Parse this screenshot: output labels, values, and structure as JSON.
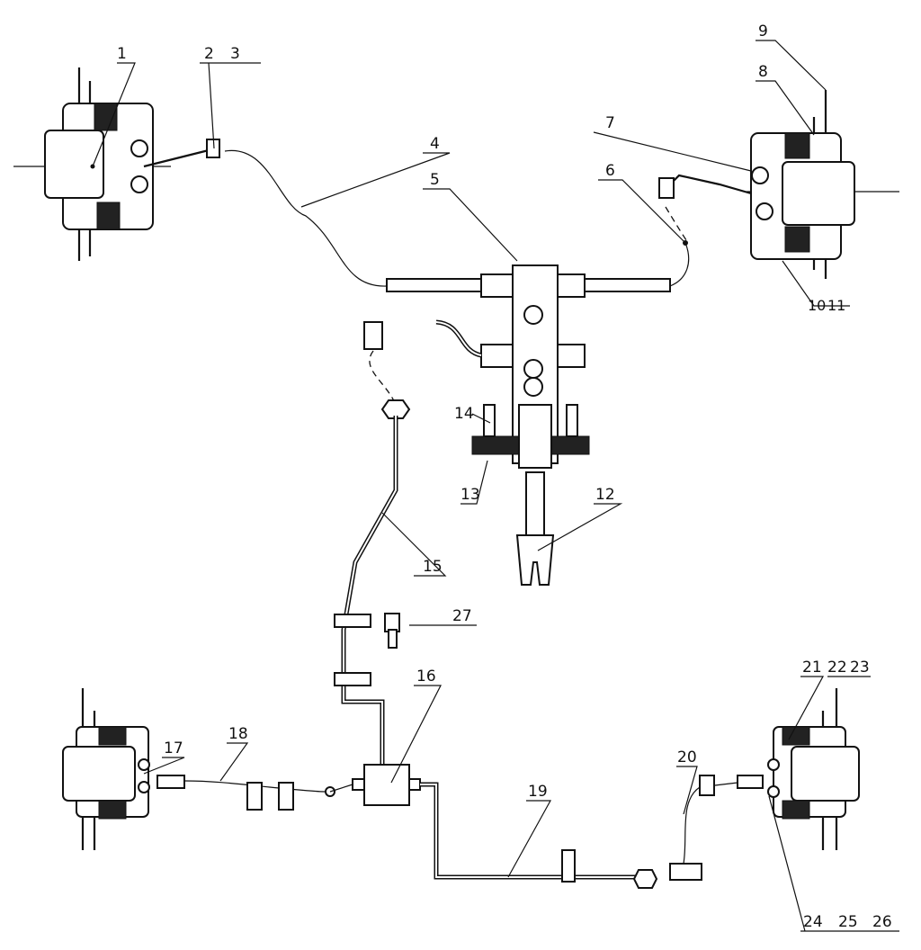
{
  "diagram": {
    "type": "brake system assembly drawing",
    "callouts": [
      "1",
      "2",
      "3",
      "4",
      "5",
      "6",
      "7",
      "8",
      "9",
      "10",
      "11",
      "12",
      "13",
      "14",
      "15",
      "16",
      "17",
      "18",
      "19",
      "20",
      "21",
      "22",
      "23",
      "24",
      "25",
      "26",
      "27"
    ]
  }
}
